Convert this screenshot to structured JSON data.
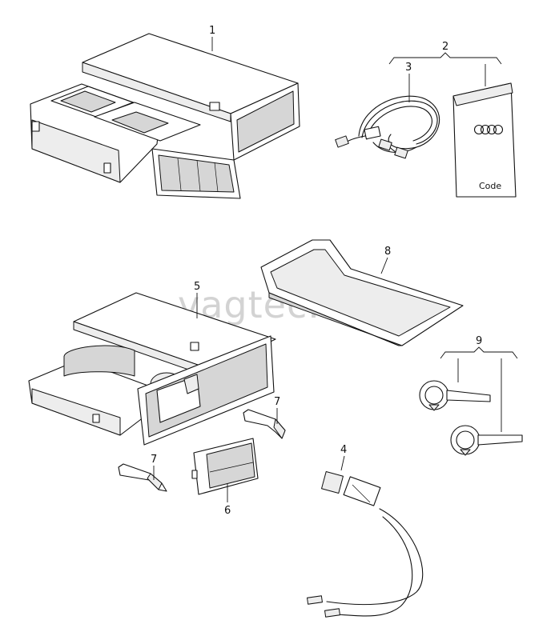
{
  "watermark": "vagtec.ru",
  "callouts": {
    "c1": "1",
    "c2": "2",
    "c3": "3",
    "c4": "4",
    "c5": "5",
    "c6": "6",
    "c7a": "7",
    "c7b": "7",
    "c8": "8",
    "c9": "9"
  },
  "leaflet": {
    "code_label": "Code",
    "logo_icon": "four-rings-logo-icon"
  }
}
